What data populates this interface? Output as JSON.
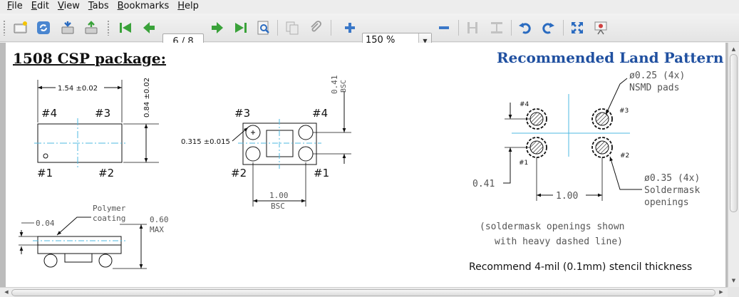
{
  "menu": [
    {
      "key": "file",
      "label": "File",
      "mnemonic": "F",
      "rest": "ile"
    },
    {
      "key": "edit",
      "label": "Edit",
      "mnemonic": "E",
      "rest": "dit"
    },
    {
      "key": "view",
      "label": "View",
      "mnemonic": "V",
      "rest": "iew"
    },
    {
      "key": "tabs",
      "label": "Tabs",
      "mnemonic": "T",
      "rest": "abs"
    },
    {
      "key": "bookmarks",
      "label": "Bookmarks",
      "mnemonic": "B",
      "rest": "ookmarks"
    },
    {
      "key": "help",
      "label": "Help",
      "mnemonic": "H",
      "rest": "elp"
    }
  ],
  "toolbar": {
    "page_indicator": "6 / 8",
    "zoom_value": "150 %",
    "icons": [
      "new-document-icon",
      "reload-icon",
      "open-icon",
      "save-icon",
      "first-page-icon",
      "previous-page-icon",
      "next-page-icon",
      "last-page-icon",
      "find-icon",
      "copy-icon",
      "attachment-icon",
      "zoom-in-icon",
      "zoom-out-icon",
      "fit-width-icon",
      "fit-page-icon",
      "rotate-left-icon",
      "rotate-right-icon",
      "fullscreen-icon",
      "presentation-icon"
    ]
  },
  "colors": {
    "heading_blue": "#2050a0",
    "centerline_cyan": "#4fb8e0",
    "drawing_black": "#111111",
    "nav_green": "#3aa23a",
    "toolbar_blue": "#3b78c8"
  },
  "document": {
    "left_title": "1508 CSP package:",
    "right_title": "Recommended Land Pattern",
    "top_view": {
      "width_dim": "1.54 ±0.02",
      "height_dim": "0.84 ±0.02",
      "pin4": "#4",
      "pin3": "#3",
      "pin1": "#1",
      "pin2": "#2"
    },
    "bottom_view": {
      "pitch_dim_v": "0.41",
      "pitch_dim_v_unit": "BSC",
      "ball_dim": "0.315 ±0.015",
      "pitch_dim_h": "1.00",
      "pitch_dim_h_unit": "BSC",
      "pin3": "#3",
      "pin4": "#4",
      "pin2": "#2",
      "pin1": "#1"
    },
    "side_view": {
      "coating_label_1": "Polymer",
      "coating_label_2": "coating",
      "coating_dim": "0.04",
      "height_dim": "0.60",
      "height_unit": "MAX"
    },
    "land_pattern": {
      "pad_dim": "ø0.25 (4x)",
      "pad_type": "NSMD pads",
      "mask_dim": "ø0.35 (4x)",
      "mask_label_1": "Soldermask",
      "mask_label_2": "openings",
      "pitch_v": "0.41",
      "pitch_h": "1.00",
      "pin4": "#4",
      "pin3": "#3",
      "pin1": "#1",
      "pin2": "#2",
      "note_1": "(soldermask openings shown",
      "note_2": "with heavy dashed line)",
      "stencil_note": "Recommend 4-mil (0.1mm) stencil thickness"
    }
  }
}
